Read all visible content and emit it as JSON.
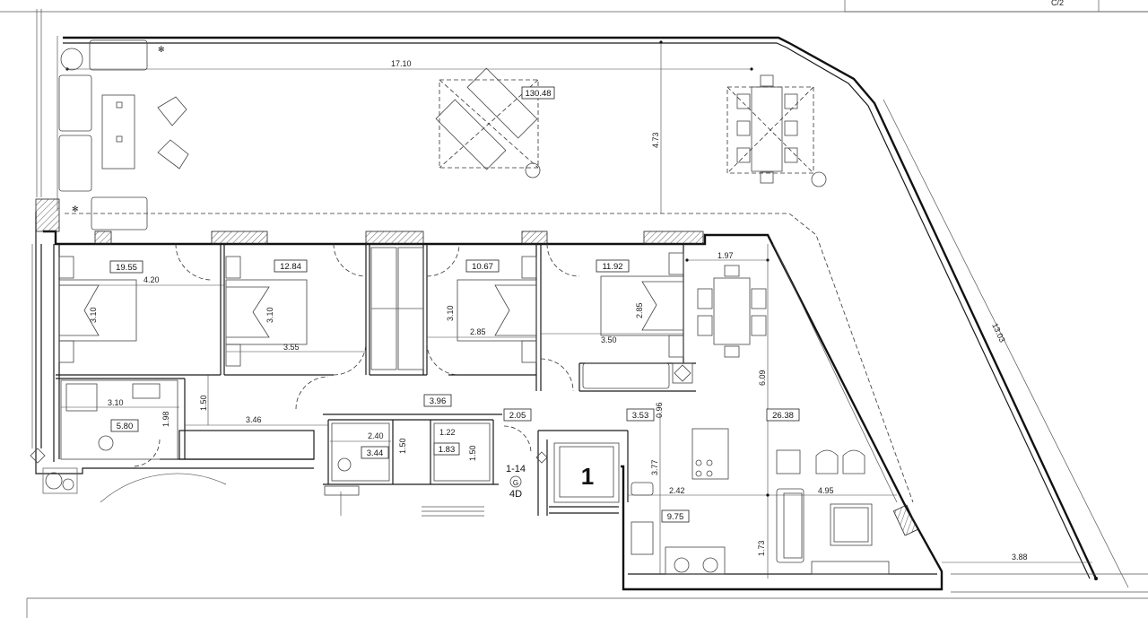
{
  "areas": {
    "terrace": "130.48",
    "bed_1": "19.55",
    "bed_2": "12.84",
    "bed_3": "10.67",
    "bed_4": "11.92",
    "bath_1": "5.80",
    "bath_2": "3.44",
    "bath_3": "1.83",
    "hall": "3.96",
    "entry": "2.05",
    "corridor": "3.53",
    "living": "26.38",
    "kitchen": "9.75"
  },
  "dimensions": {
    "terrace_width": "17.10",
    "terrace_depth": "4.73",
    "diagonal": "13.03",
    "bed_1_width": "4.20",
    "bed_1_depth": "3.10",
    "bed_2_depth": "3.10",
    "bed_2_width": "3.55",
    "bed_3_depth": "3.10",
    "bed_3_width": "2.85",
    "bed_4_depth": "2.85",
    "bed_4_width": "3.50",
    "dining_width": "1.97",
    "living_depth": "6.09",
    "bath_1_width": "3.10",
    "bath_1_depth": "1.98",
    "corridor_height": "1.50",
    "corridor_width": "3.46",
    "bath_2_width": "2.40",
    "bath_2_depth": "1.50",
    "bath_3_width": "1.22",
    "bath_3_depth": "1.50",
    "kitchen_depth": "3.77",
    "kitchen_width": "2.42",
    "living_width": "4.95",
    "living_lower_depth": "1.73",
    "balcony_width": "3.88",
    "corridor_small": "0.96"
  },
  "unit": {
    "number": "1",
    "floor_code": "1-14",
    "block": "G",
    "type": "4D"
  },
  "corner_text": "C/2"
}
